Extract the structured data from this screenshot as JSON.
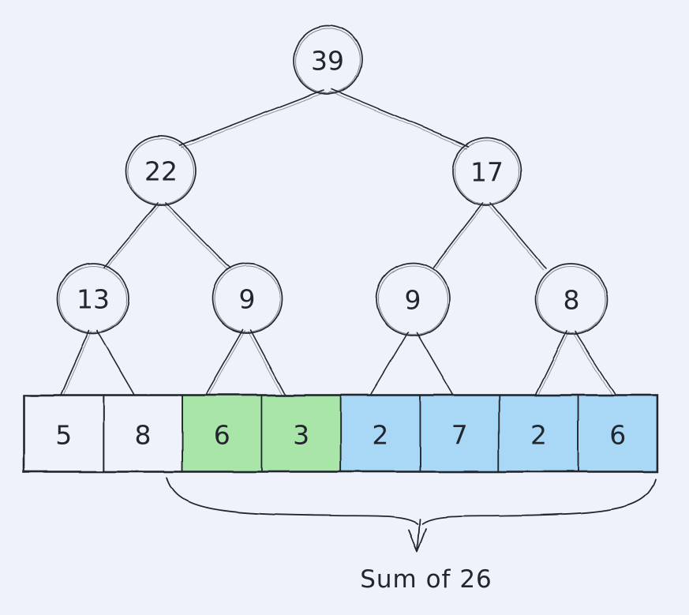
{
  "colors": {
    "background": "#eff2fa",
    "stroke": "#22262e",
    "highlight_blue": "#a9d8f7",
    "highlight_green": "#a9e5a8"
  },
  "tree": {
    "root": {
      "value": "39",
      "fill": "transparent"
    },
    "level2": [
      {
        "value": "22",
        "fill": "transparent"
      },
      {
        "value": "17",
        "fill": "#a9d8f7"
      }
    ],
    "level3": [
      {
        "value": "13",
        "fill": "transparent"
      },
      {
        "value": "9",
        "fill": "#a9e5a8"
      },
      {
        "value": "9",
        "fill": "transparent"
      },
      {
        "value": "8",
        "fill": "transparent"
      }
    ]
  },
  "array": {
    "cells": [
      {
        "value": "5",
        "fill": "transparent"
      },
      {
        "value": "8",
        "fill": "transparent"
      },
      {
        "value": "6",
        "fill": "#a9e5a8"
      },
      {
        "value": "3",
        "fill": "#a9e5a8"
      },
      {
        "value": "2",
        "fill": "#a9d8f7"
      },
      {
        "value": "7",
        "fill": "#a9d8f7"
      },
      {
        "value": "2",
        "fill": "#a9d8f7"
      },
      {
        "value": "6",
        "fill": "#a9d8f7"
      }
    ]
  },
  "annotation": {
    "label": "Sum of 26"
  }
}
